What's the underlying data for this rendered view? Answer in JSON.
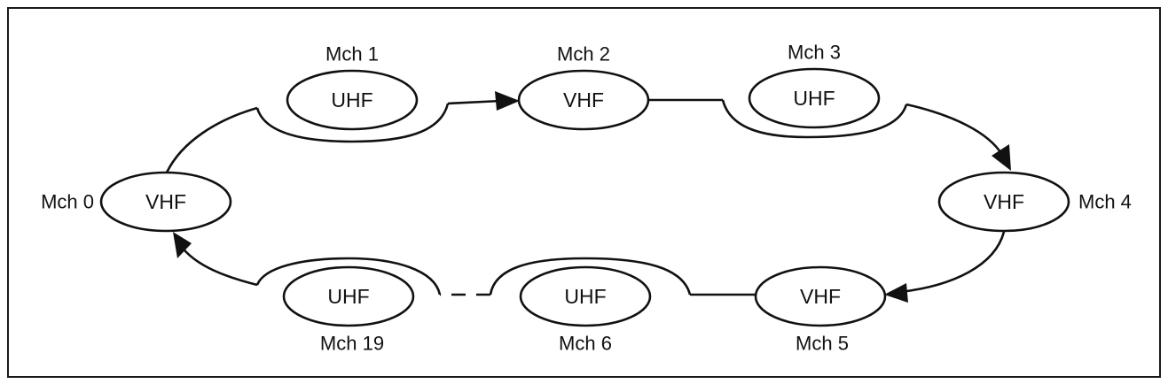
{
  "nodes": [
    {
      "id": "mch0",
      "channel": "Mch 0",
      "band": "VHF"
    },
    {
      "id": "mch1",
      "channel": "Mch 1",
      "band": "UHF"
    },
    {
      "id": "mch2",
      "channel": "Mch 2",
      "band": "VHF"
    },
    {
      "id": "mch3",
      "channel": "Mch 3",
      "band": "UHF"
    },
    {
      "id": "mch4",
      "channel": "Mch 4",
      "band": "VHF"
    },
    {
      "id": "mch5",
      "channel": "Mch 5",
      "band": "VHF"
    },
    {
      "id": "mch6",
      "channel": "Mch 6",
      "band": "UHF"
    },
    {
      "id": "mch19",
      "channel": "Mch 19",
      "band": "UHF"
    }
  ]
}
